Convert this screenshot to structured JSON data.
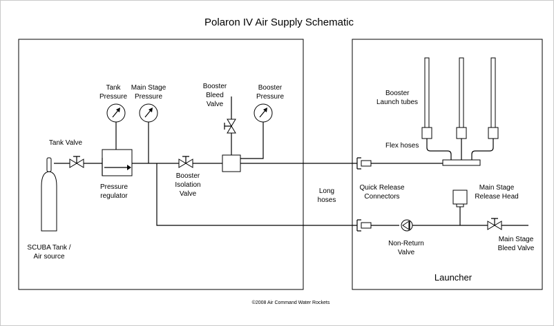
{
  "title": "Polaron IV Air Supply Schematic",
  "footer": "©2008 Air Command Water Rockets",
  "labels": {
    "tank_pressure": [
      "Tank",
      "Pressure"
    ],
    "main_stage_pressure": [
      "Main Stage",
      "Pressure"
    ],
    "booster_bleed_valve": [
      "Booster",
      "Bleed",
      "Valve"
    ],
    "booster_pressure": [
      "Booster",
      "Pressure"
    ],
    "tank_valve": "Tank Valve",
    "pressure_regulator": [
      "Pressure",
      "regulator"
    ],
    "booster_isolation_valve": [
      "Booster",
      "Isolation",
      "Valve"
    ],
    "scuba_tank": [
      "SCUBA Tank /",
      "Air source"
    ],
    "long_hoses": [
      "Long",
      "hoses"
    ],
    "quick_release_connectors": [
      "Quick Release",
      "Connectors"
    ],
    "booster_launch_tubes": [
      "Booster",
      "Launch tubes"
    ],
    "flex_hoses": "Flex hoses",
    "main_stage_release_head": [
      "Main Stage",
      "Release Head"
    ],
    "non_return_valve": [
      "Non-Return",
      "Valve"
    ],
    "main_stage_bleed_valve": [
      "Main Stage",
      "Bleed Valve"
    ],
    "launcher": "Launcher"
  }
}
